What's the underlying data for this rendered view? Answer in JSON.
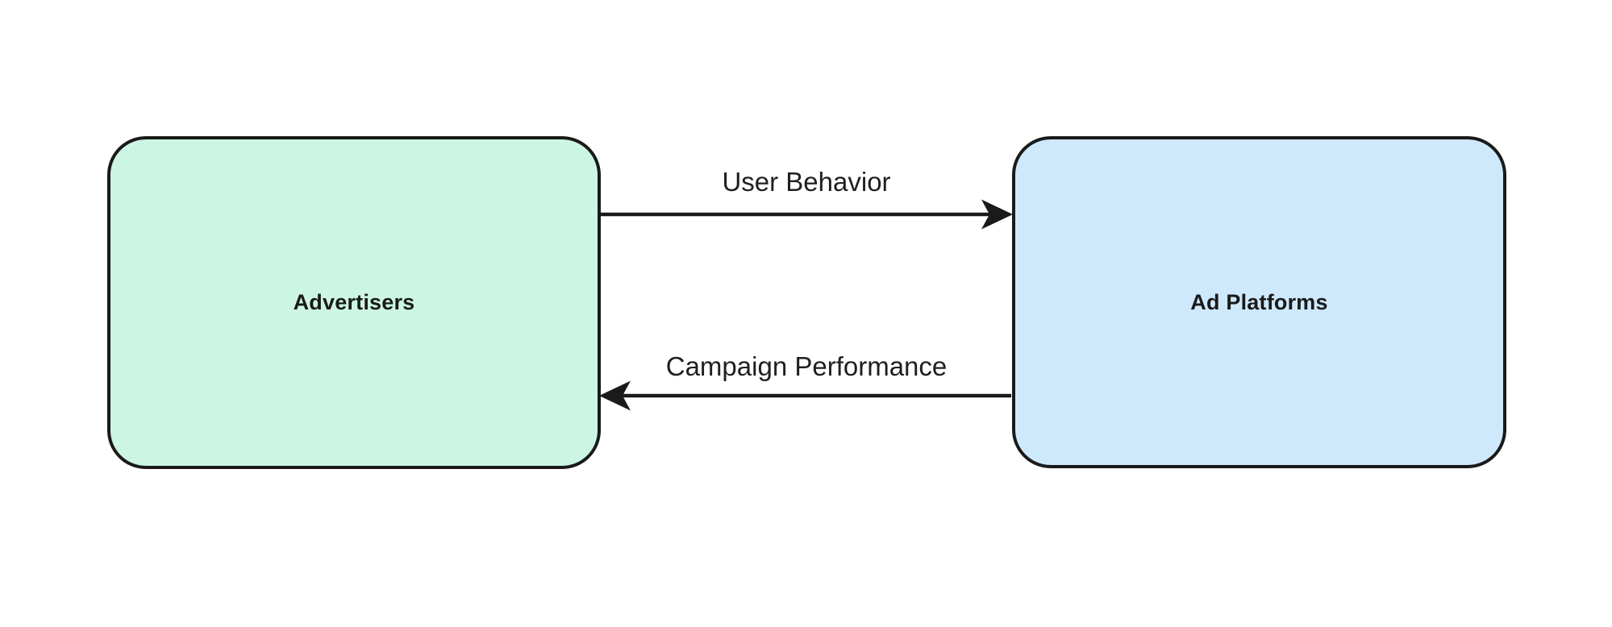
{
  "diagram": {
    "type": "flowchart",
    "direction": "left-right",
    "nodes": [
      {
        "id": "advertisers",
        "label": "Advertisers",
        "fill": "#ccf6e3",
        "shape": "rounded-rectangle"
      },
      {
        "id": "ad_platforms",
        "label": "Ad Platforms",
        "fill": "#cfe9fc",
        "shape": "rounded-rectangle"
      }
    ],
    "edges": [
      {
        "from": "advertisers",
        "to": "ad_platforms",
        "label": "User Behavior",
        "direction": "right"
      },
      {
        "from": "ad_platforms",
        "to": "advertisers",
        "label": "Campaign Performance",
        "direction": "left"
      }
    ],
    "colors": {
      "stroke": "#1a1a1a",
      "text": "#1a1a1a",
      "background": "#ffffff"
    }
  }
}
